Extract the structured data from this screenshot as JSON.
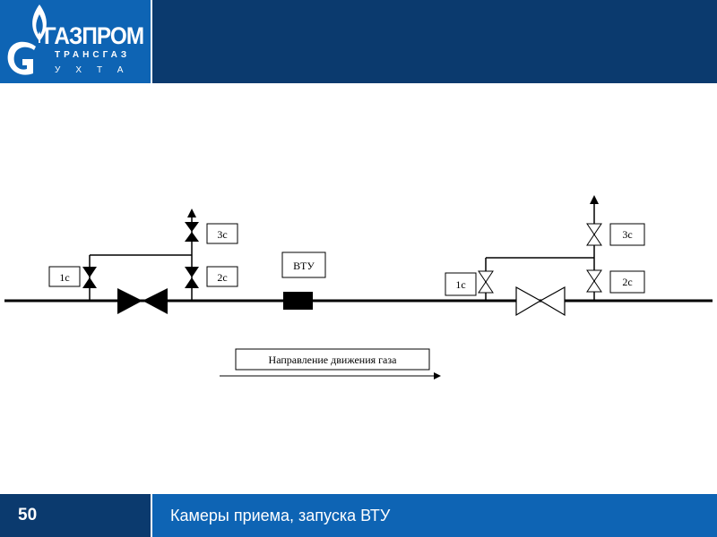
{
  "header": {
    "logo": {
      "brand": "ГАЗПРОМ",
      "line2": "ТРАНСГАЗ",
      "line3": "УХТА"
    },
    "colors": {
      "top_bar": "#0b3a6e",
      "logo_bg": "#0e64b4"
    }
  },
  "diagram": {
    "left_station": {
      "valve_1": "1с",
      "valve_2": "2с",
      "valve_3": "3с"
    },
    "right_station": {
      "valve_1": "1с",
      "valve_2": "2с",
      "valve_3": "3с"
    },
    "device_label": "ВТУ",
    "flow_label": "Направление движения газа"
  },
  "footer": {
    "page_number": "50",
    "title": "Камеры приема, запуска ВТУ",
    "colors": {
      "number_bg": "#0b3a6e",
      "title_bg": "#0e64b4"
    }
  }
}
